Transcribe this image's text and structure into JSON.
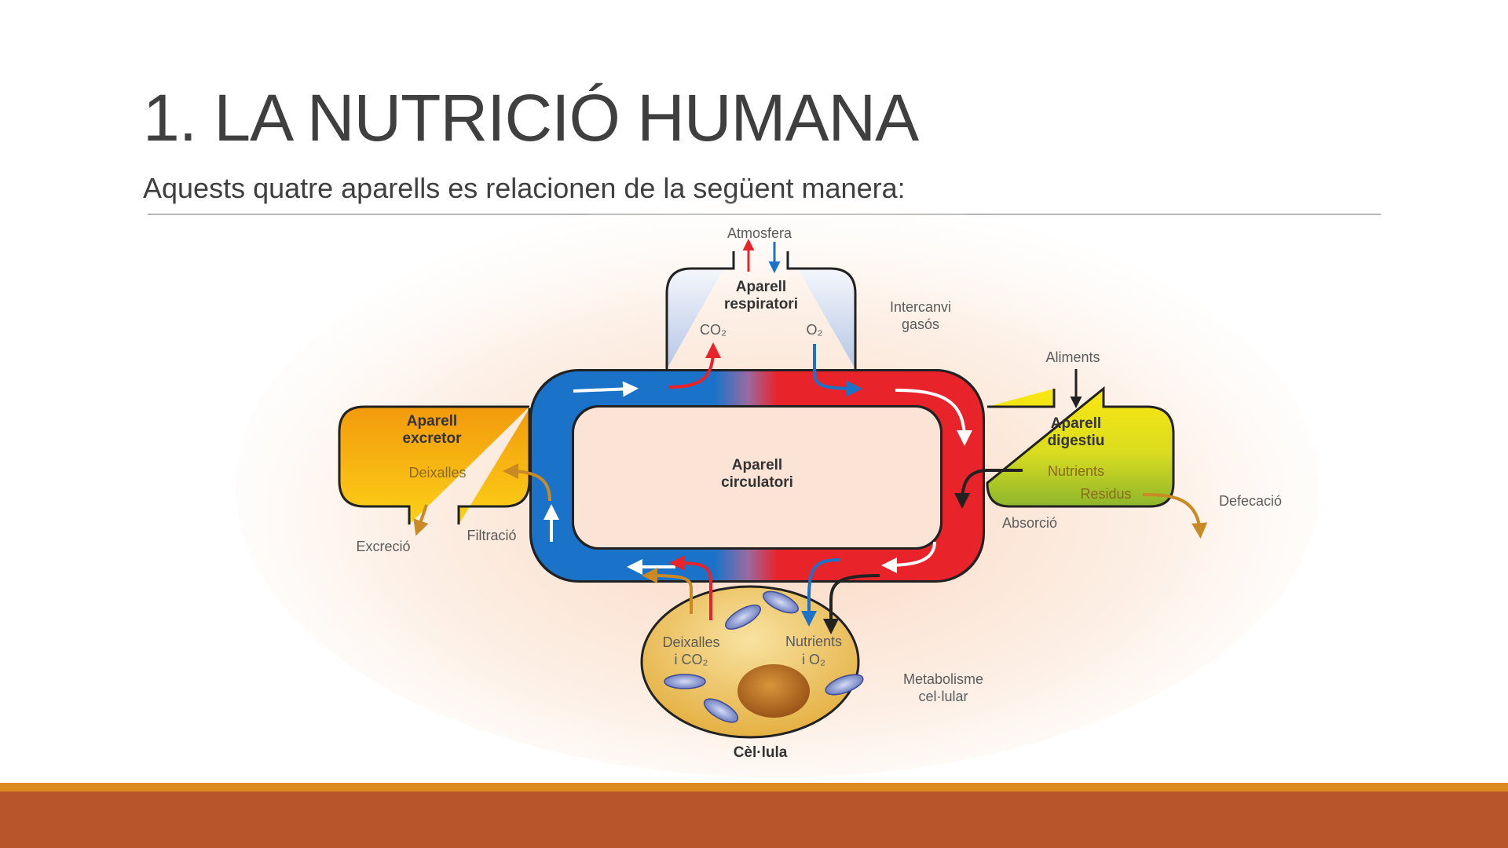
{
  "slide": {
    "title": "1. LA NUTRICIÓ HUMANA",
    "subtitle": "Aquests quatre aparells es relacionen de la següent manera:"
  },
  "diagram": {
    "atmosphere": "Atmosfera",
    "respiratory": {
      "line1": "Aparell",
      "line2": "respiratori",
      "co2": "CO₂",
      "o2": "O₂"
    },
    "gas_exchange": {
      "line1": "Intercanvi",
      "line2": "gasós"
    },
    "food": "Aliments",
    "digestive": {
      "line1": "Aparell",
      "line2": "digestiu",
      "nutrients": "Nutrients",
      "residues": "Residus"
    },
    "defecation": "Defecació",
    "absorption": "Absorció",
    "circulatory": {
      "line1": "Aparell",
      "line2": "circulatori"
    },
    "excretory": {
      "line1": "Aparell",
      "line2": "excretor",
      "waste": "Deixalles"
    },
    "excretion": "Excreció",
    "filtration": "Filtració",
    "cell": {
      "label": "Cèl·lula",
      "waste_line1": "Deixalles",
      "waste_line2": "i CO₂",
      "nutrients_line1": "Nutrients",
      "nutrients_line2": "i O₂"
    },
    "metabolism": {
      "line1": "Metabolisme",
      "line2": "cel·lular"
    },
    "colors": {
      "deoxygenated": "#1a73c9",
      "oxygenated": "#e8232a",
      "excretory": "#f0a90f",
      "digestive": "#b8c924",
      "respiratory": "#d6e0f2",
      "cell": "#e9b94a",
      "waste_arrow": "#c98a26"
    }
  }
}
